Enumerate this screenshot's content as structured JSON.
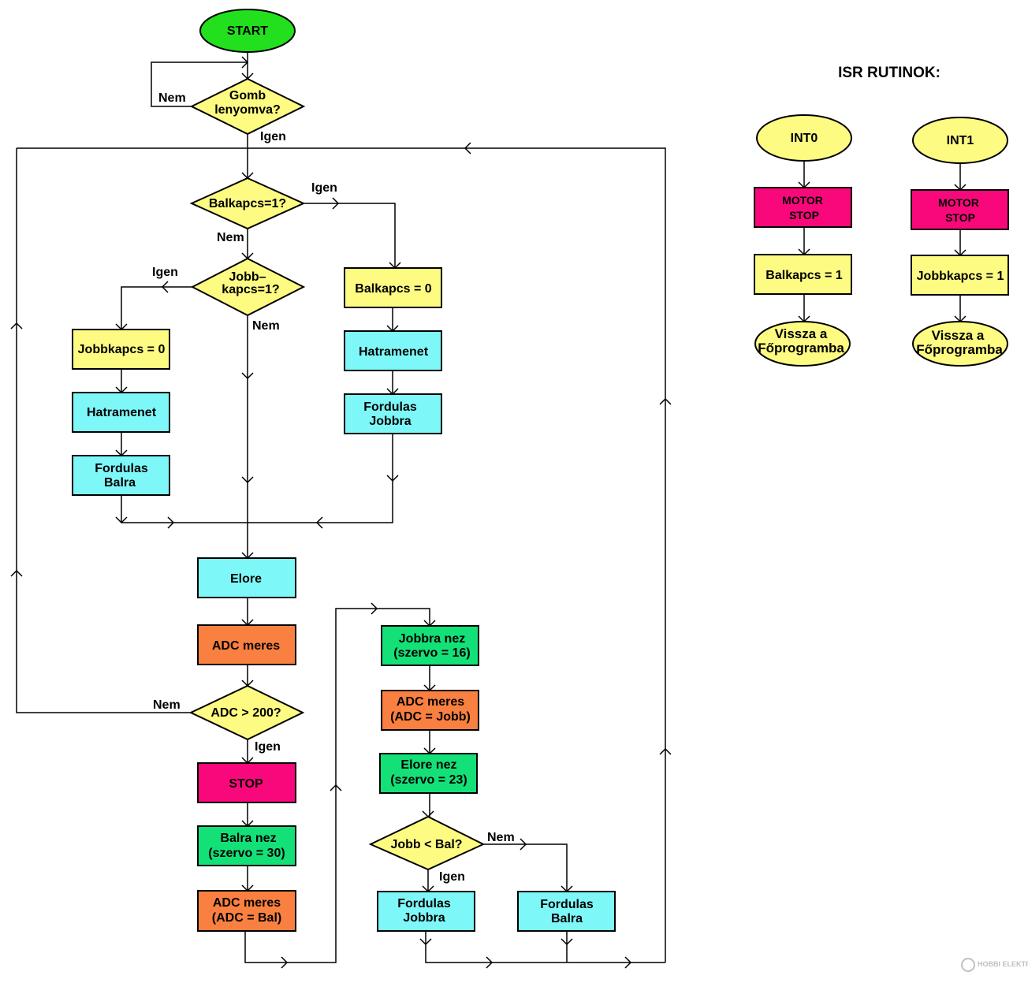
{
  "colors": {
    "start": "#22e01e",
    "decision": "#fdfb82",
    "assign": "#fdfb82",
    "motion": "#7ef7f8",
    "adc": "#f98040",
    "stop": "#f8087a",
    "servo": "#14e078",
    "terminal": "#fdfb82"
  },
  "isr": {
    "title": "ISR RUTINOK:",
    "int0": {
      "label": "INT0",
      "motor_stop": [
        "MOTOR",
        "STOP"
      ],
      "assign": "Balkapcs = 1",
      "return": [
        "Vissza a",
        "Főprogramba"
      ]
    },
    "int1": {
      "label": "INT1",
      "motor_stop": [
        "MOTOR",
        "STOP"
      ],
      "assign": "Jobbkapcs = 1",
      "return": [
        "Vissza a",
        "Főprogramba"
      ]
    }
  },
  "main": {
    "start": "START",
    "button_check": [
      "Gomb",
      "lenyomva?"
    ],
    "left_switch_check": "Balkapcs=1?",
    "right_switch_check": [
      "Jobb–",
      "kapcs=1?"
    ],
    "left_switch_reset": "Balkapcs = 0",
    "right_switch_reset": "Jobbkapcs = 0",
    "reverse_right_branch": "Hatramenet",
    "reverse_left_branch": "Hatramenet",
    "turn_right_after_reverse": [
      "Fordulas",
      "Jobbra"
    ],
    "turn_left_after_reverse": [
      "Fordulas",
      "Balra"
    ],
    "forward": "Elore",
    "adc_measure": "ADC meres",
    "adc_check": "ADC > 200?",
    "stop": "STOP",
    "look_left": [
      "Balra nez",
      "(szervo = 30)"
    ],
    "adc_left": [
      "ADC meres",
      "(ADC = Bal)"
    ],
    "look_right": [
      "Jobbra nez",
      "(szervo = 16)"
    ],
    "adc_right": [
      "ADC meres",
      "(ADC = Jobb)"
    ],
    "look_forward": [
      "Elore nez",
      "(szervo = 23)"
    ],
    "compare": "Jobb < Bal?",
    "turn_right_final": [
      "Fordulas",
      "Jobbra"
    ],
    "turn_left_final": [
      "Fordulas",
      "Balra"
    ]
  },
  "edge_labels": {
    "yes": "Igen",
    "no": "Nem"
  },
  "watermark": "HOBBI ELEKTRONIKA"
}
